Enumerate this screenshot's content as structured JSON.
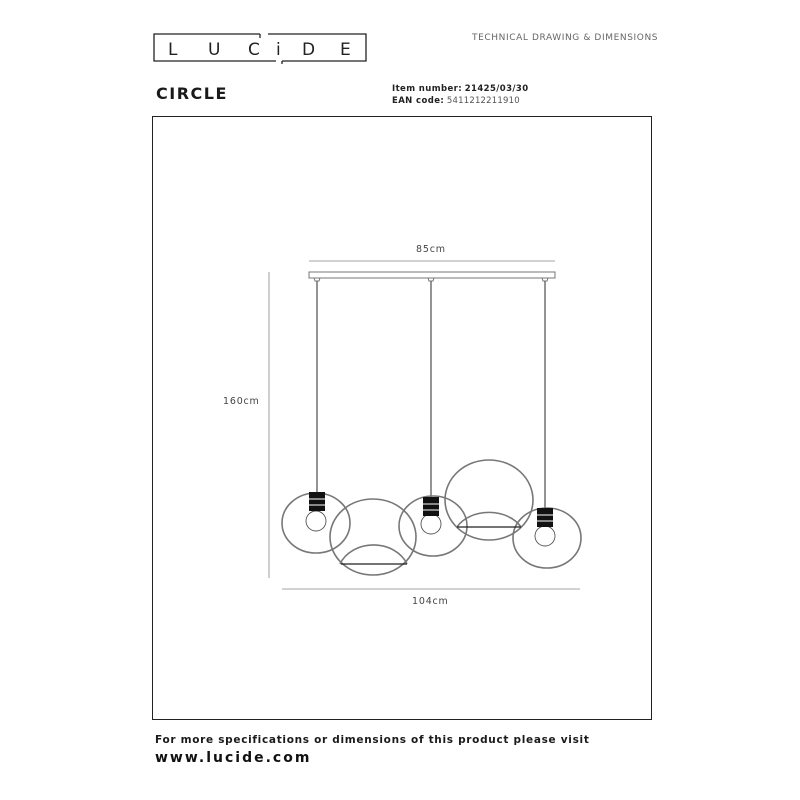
{
  "header": {
    "brand_letters": [
      "L",
      "U",
      "C",
      "i",
      "D",
      "E"
    ],
    "brand": "LUCIDE",
    "doc_type": "TECHNICAL DRAWING & DIMENSIONS",
    "product_name": "CIRCLE",
    "item_number_label": "Item number:",
    "item_number": "21425/03/30",
    "ean_label": "EAN code",
    "ean_value": "5411212211910"
  },
  "drawing": {
    "dimensions": {
      "canopy_width": "85cm",
      "total_height": "160cm",
      "total_width": "104cm"
    },
    "pendants": 3,
    "decorative_rings": 5,
    "line_color": "#777777",
    "socket_color": "#000000"
  },
  "footer": {
    "text": "For more specifications or dimensions of this product please visit",
    "link": "www.lucide.com"
  }
}
